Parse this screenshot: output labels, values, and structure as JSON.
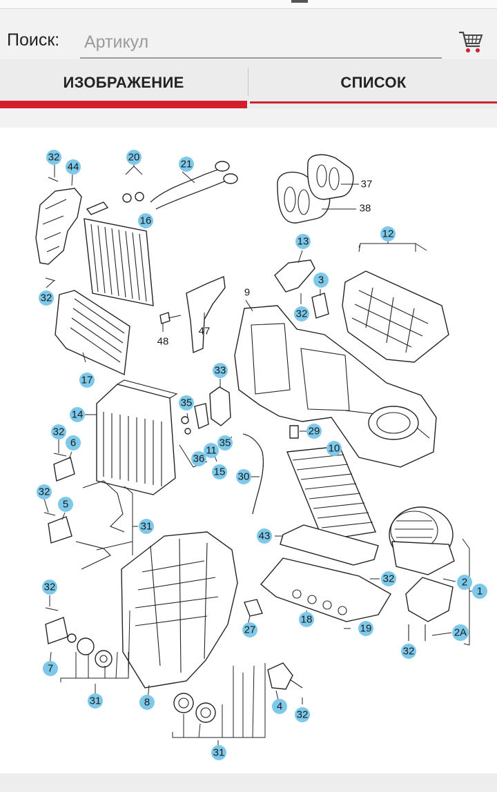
{
  "search": {
    "label": "Поиск:",
    "placeholder": "Артикул",
    "cart_icon": "shopping-cart-icon"
  },
  "tabs": [
    {
      "label": "ИЗОБРАЖЕНИЕ",
      "active": true
    },
    {
      "label": "СПИСОК",
      "active": false
    }
  ],
  "accent_color": "#d21f2b",
  "callout_color": "#7ec8ea",
  "diagram": {
    "callouts": [
      "32",
      "44",
      "20",
      "21",
      "16",
      "32",
      "17",
      "48",
      "47",
      "9",
      "13",
      "3",
      "32",
      "12",
      "37",
      "38",
      "33",
      "35",
      "14",
      "32",
      "6",
      "36",
      "11",
      "35",
      "15",
      "29",
      "10",
      "30",
      "32",
      "5",
      "31",
      "43",
      "32",
      "2",
      "1",
      "2A",
      "32",
      "32",
      "7",
      "31",
      "8",
      "27",
      "18",
      "19",
      "4",
      "32",
      "31"
    ]
  }
}
